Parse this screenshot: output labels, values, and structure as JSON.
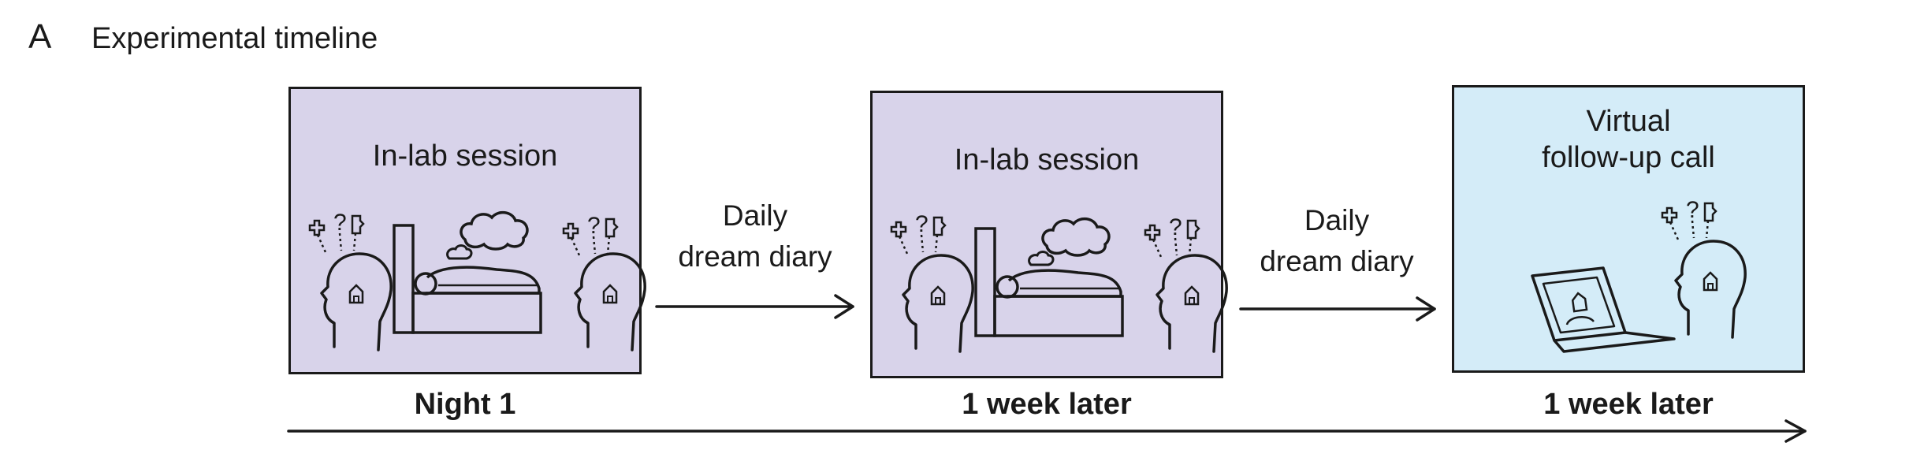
{
  "panel": {
    "letter": "A",
    "title": "Experimental timeline"
  },
  "sessions": [
    {
      "title": "In-lab session",
      "stage": "Night 1"
    },
    {
      "title": "In-lab session",
      "stage": "1 week later"
    },
    {
      "title": "Virtual\nfollow-up call",
      "stage": "1 week later"
    }
  ],
  "transitions": [
    {
      "label": "Daily\ndream diary"
    },
    {
      "label": "Daily\ndream diary"
    }
  ],
  "colors": {
    "lab_fill": "#d8d3ea",
    "virtual_fill": "#d4ecf8",
    "stroke": "#1a1a1a"
  },
  "icons": [
    "head-icon",
    "question-mark-icon",
    "puzzle-icon",
    "bed-icon",
    "dream-cloud-icon",
    "laptop-icon"
  ]
}
